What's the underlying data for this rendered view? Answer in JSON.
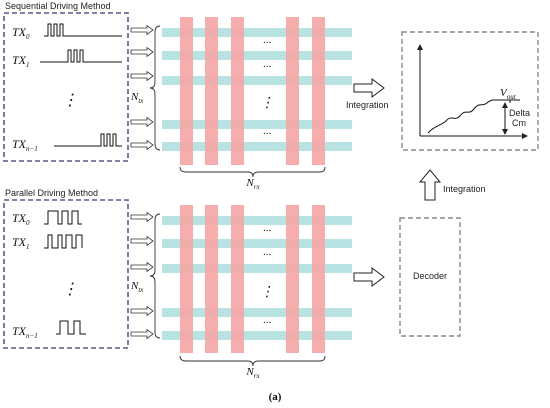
{
  "sequential": {
    "title": "Sequential Driving Method",
    "tx0": {
      "base": "TX",
      "sub": "0"
    },
    "tx1": {
      "base": "TX",
      "sub": "1"
    },
    "txn": {
      "base": "TX",
      "sub": "n−1"
    },
    "ellipsis": "⋮"
  },
  "parallel": {
    "title": "Parallel Driving Method",
    "tx0": {
      "base": "TX",
      "sub": "0"
    },
    "tx1": {
      "base": "TX",
      "sub": "1"
    },
    "txn": {
      "base": "TX",
      "sub": "n−1"
    },
    "ellipsis": "⋮"
  },
  "grid": {
    "ntx": {
      "base": "N",
      "sub": "tx"
    },
    "nrx": {
      "base": "N",
      "sub": "rx"
    },
    "dots_h": "···",
    "dots_v": "⋮"
  },
  "labels": {
    "integration_left": "Integration",
    "integration_up": "Integration",
    "decoder": "Decoder",
    "vout": {
      "base": "V",
      "sub": "out"
    },
    "delta": "Delta",
    "cm": "Cm",
    "caption": "(a)"
  },
  "colors": {
    "frame": "#5a5a8c",
    "rx_stripe": "#f4a6a6",
    "tx_stripe": "#b9e3e3",
    "dashed_box": "#8a8a8a"
  }
}
